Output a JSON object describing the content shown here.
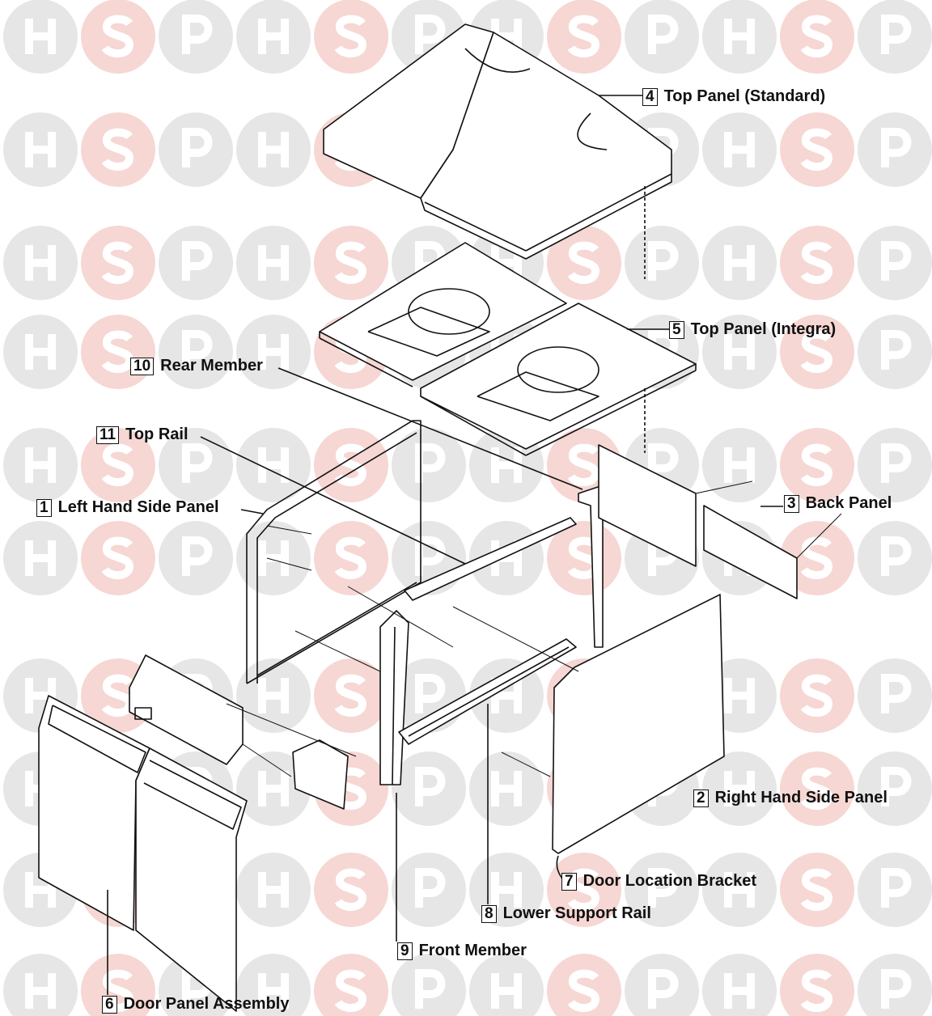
{
  "watermark": {
    "letters": [
      "H",
      "S",
      "P"
    ],
    "colors": {
      "H": "#e6e6e6",
      "S": "#f6d7d3",
      "P": "#e6e6e6",
      "letter": "#ffffff"
    }
  },
  "labels": [
    {
      "id": "top-panel-standard",
      "number": "4",
      "text": "Top Panel (Standard)"
    },
    {
      "id": "top-panel-integra",
      "number": "5",
      "text": "Top Panel (Integra)"
    },
    {
      "id": "rear-member",
      "number": "10",
      "text": "Rear Member"
    },
    {
      "id": "top-rail",
      "number": "11",
      "text": "Top Rail"
    },
    {
      "id": "left-hand-side-panel",
      "number": "1",
      "text": "Left Hand Side Panel"
    },
    {
      "id": "back-panel",
      "number": "3",
      "text": "Back Panel"
    },
    {
      "id": "right-hand-side-panel",
      "number": "2",
      "text": "Right Hand Side Panel"
    },
    {
      "id": "door-location-bracket",
      "number": "7",
      "text": "Door Location Bracket"
    },
    {
      "id": "lower-support-rail",
      "number": "8",
      "text": "Lower Support Rail"
    },
    {
      "id": "front-member",
      "number": "9",
      "text": "Front Member"
    },
    {
      "id": "door-panel-assembly",
      "number": "6",
      "text": "Door Panel Assembly"
    }
  ]
}
